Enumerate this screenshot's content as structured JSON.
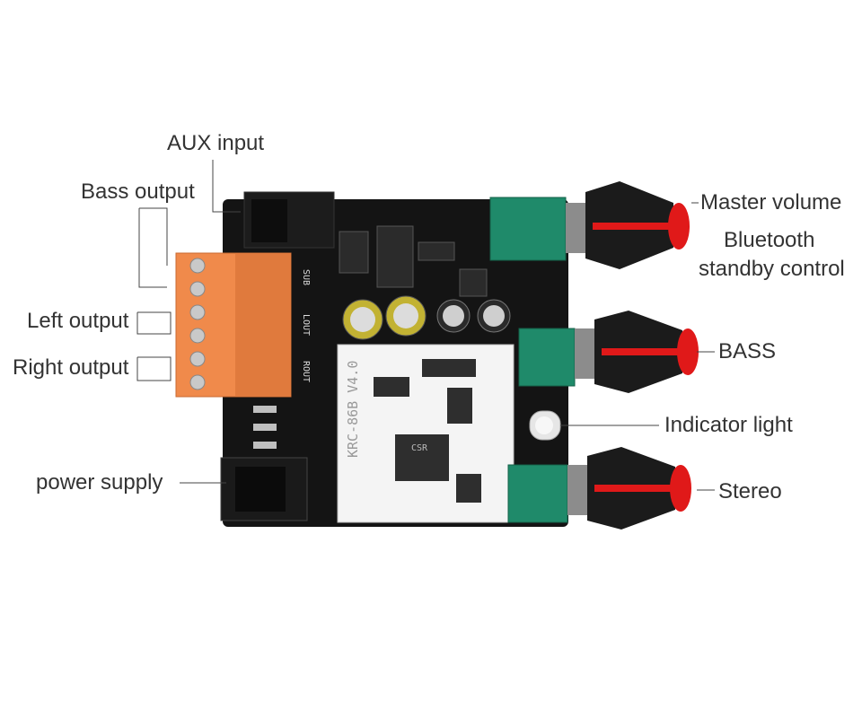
{
  "labels": {
    "aux_input": "AUX input",
    "bass_output": "Bass output",
    "left_output": "Left output",
    "right_output": "Right output",
    "power_supply": "power supply",
    "master_volume": "Master volume",
    "bluetooth_line1": "Bluetooth",
    "bluetooth_line2": "standby control",
    "bass": "BASS",
    "indicator_light": "Indicator light",
    "stereo": "Stereo"
  },
  "silkscreen": {
    "module_name": "KRC-86B V4.0",
    "chip_brand": "CSR",
    "sub": "SUB",
    "lout": "LOUT",
    "rout": "ROUT"
  },
  "colors": {
    "pcb": "#141414",
    "terminal": "#f08a4b",
    "pot": "#1f8a6a",
    "knob": "#1b1b1b",
    "knob_cap": "#e01919",
    "module": "#f4f4f4"
  }
}
